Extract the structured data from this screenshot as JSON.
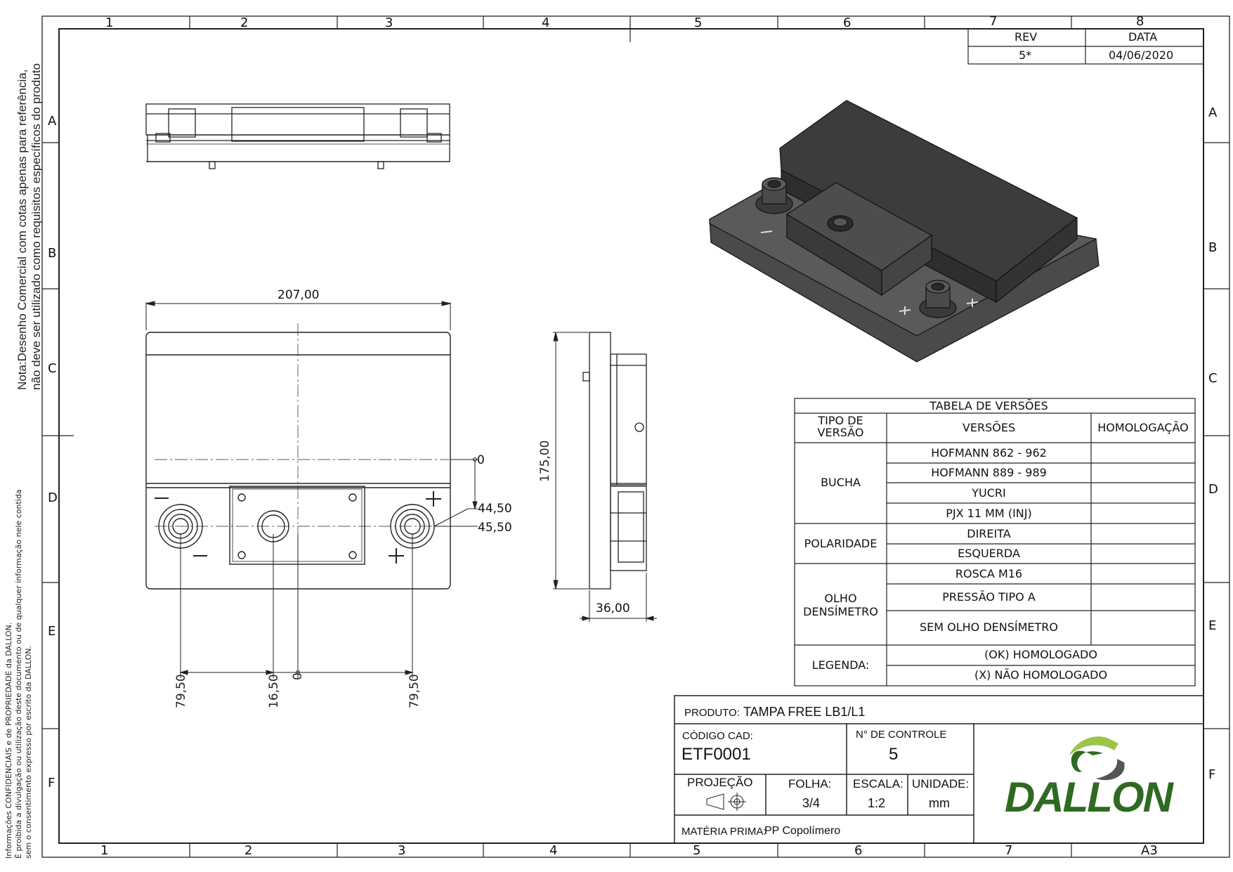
{
  "border": {
    "columns": [
      "1",
      "2",
      "3",
      "4",
      "5",
      "6",
      "7",
      "8"
    ],
    "rows": [
      "A",
      "B",
      "C",
      "D",
      "E",
      "F"
    ],
    "sheet_size": "A3"
  },
  "notes": {
    "reference_line1": "Nota:Desenho Comercial com cotas apenas para referência,",
    "reference_line2": "não deve ser utilizado como requisitos específicos do produto",
    "confidential_line1": "Informações CONFIDENCIAIS e de PROPRIEDADE da DALLON.",
    "confidential_line2": "É proibida a divulgação ou utilização deste documento ou de qualquer informação nele contida",
    "confidential_line3": "sem o consentimento expresso por escrito da DALLON."
  },
  "revision": {
    "rev_label": "REV",
    "date_label": "DATA",
    "rev_value": "5*",
    "date_value": "04/06/2020"
  },
  "dimensions": {
    "width_overall": "207,00",
    "height_overall": "175,00",
    "depth": "36,00",
    "offset_a": "44,50",
    "offset_b": "45,50",
    "origin_zero": "0",
    "bottom_zero": "0",
    "left_terminal": "79,50",
    "center_vent": "16,50",
    "right_terminal": "79,50"
  },
  "version_table": {
    "title": "TABELA DE VERSÕES",
    "header_type_line1": "TIPO DE",
    "header_type_line2": "VERSÃO",
    "header_versions": "VERSÕES",
    "header_homologation": "HOMOLOGAÇÃO",
    "group_bucha": "BUCHA",
    "bucha_1": "HOFMANN 862 - 962",
    "bucha_2": "HOFMANN 889 - 989",
    "bucha_3": "YUCRI",
    "bucha_4": "PJX 11 MM (INJ)",
    "group_polaridade": "POLARIDADE",
    "polaridade_1": "DIREITA",
    "polaridade_2": "ESQUERDA",
    "group_olho_line1": "OLHO",
    "group_olho_line2": "DENSÍMETRO",
    "olho_1": "ROSCA M16",
    "olho_2": "PRESSÃO TIPO A",
    "olho_3": "SEM OLHO DENSÍMETRO",
    "group_legenda": "LEGENDA:",
    "legenda_1": "(OK) HOMOLOGADO",
    "legenda_2": "(X) NÃO HOMOLOGADO"
  },
  "title_block": {
    "product_label": "PRODUTO:",
    "product_value": "TAMPA FREE LB1/L1",
    "cad_label": "CÓDIGO CAD:",
    "cad_value": "ETF0001",
    "control_label": "N° DE CONTROLE",
    "control_value": "5",
    "projection_label": "PROJEÇÃO",
    "sheet_label": "FOLHA:",
    "sheet_value": "3/4",
    "scale_label": "ESCALA:",
    "scale_value": "1:2",
    "unit_label": "UNIDADE:",
    "unit_value": "mm",
    "material_label": "MATÉRIA PRIMA:",
    "material_value": "PP Copolímero",
    "logo_text": "DALLON"
  },
  "colors": {
    "line": "#222222",
    "iso_dark": "#3c3c3c",
    "logo_green": "#2f6a22",
    "logo_light": "#9cc44a"
  }
}
